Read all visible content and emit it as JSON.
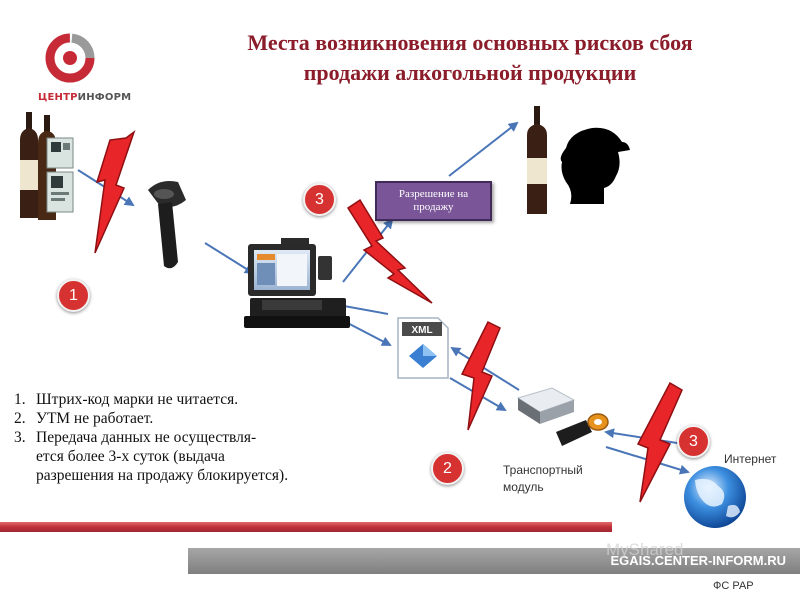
{
  "logo": {
    "text_part1": "ЦЕНТР",
    "text_part2": "ИНФОРМ"
  },
  "title": {
    "line1": "Места возникновения основных рисков сбоя",
    "line2": "продажи алкогольной продукции"
  },
  "permission_box": {
    "line1": "Разрешение на",
    "line2": "продажу"
  },
  "xml_label": "XML",
  "badges": {
    "b1": "1",
    "b2": "2",
    "b3_top": "3",
    "b3_right": "3"
  },
  "labels": {
    "transport_line1": "Транспортный",
    "transport_line2": "модуль",
    "internet": "Интернет",
    "fsrar": "ФС РАР"
  },
  "risks": [
    {
      "num": "1.",
      "text": "Штрих-код марки не читается."
    },
    {
      "num": "2.",
      "text": "УТМ не работает."
    },
    {
      "num": "3.",
      "text": "Передача данных не осуществля-"
    }
  ],
  "risk3_continuation": {
    "line1": "ется более 3-х суток (выдача",
    "line2": "разрешения на продажу блокируется)."
  },
  "footer": {
    "site": "EGAIS.CENTER-INFORM.RU",
    "watermark": "MyShared"
  },
  "colors": {
    "title": "#8b1d2a",
    "badge": "#d63231",
    "lightning": "#e8262a",
    "arrow": "#4a76b8",
    "permission_box": "#7a5597",
    "footer_red": "#c0313a",
    "footer_gray": "#8c8c8c"
  },
  "icons": [
    "logo-ring-icon",
    "wine-bottle-icon",
    "barcode-scanner-icon",
    "pos-terminal-icon",
    "xml-file-icon",
    "usb-token-icon",
    "globe-icon",
    "buyer-silhouette-icon",
    "lightning-icon"
  ]
}
